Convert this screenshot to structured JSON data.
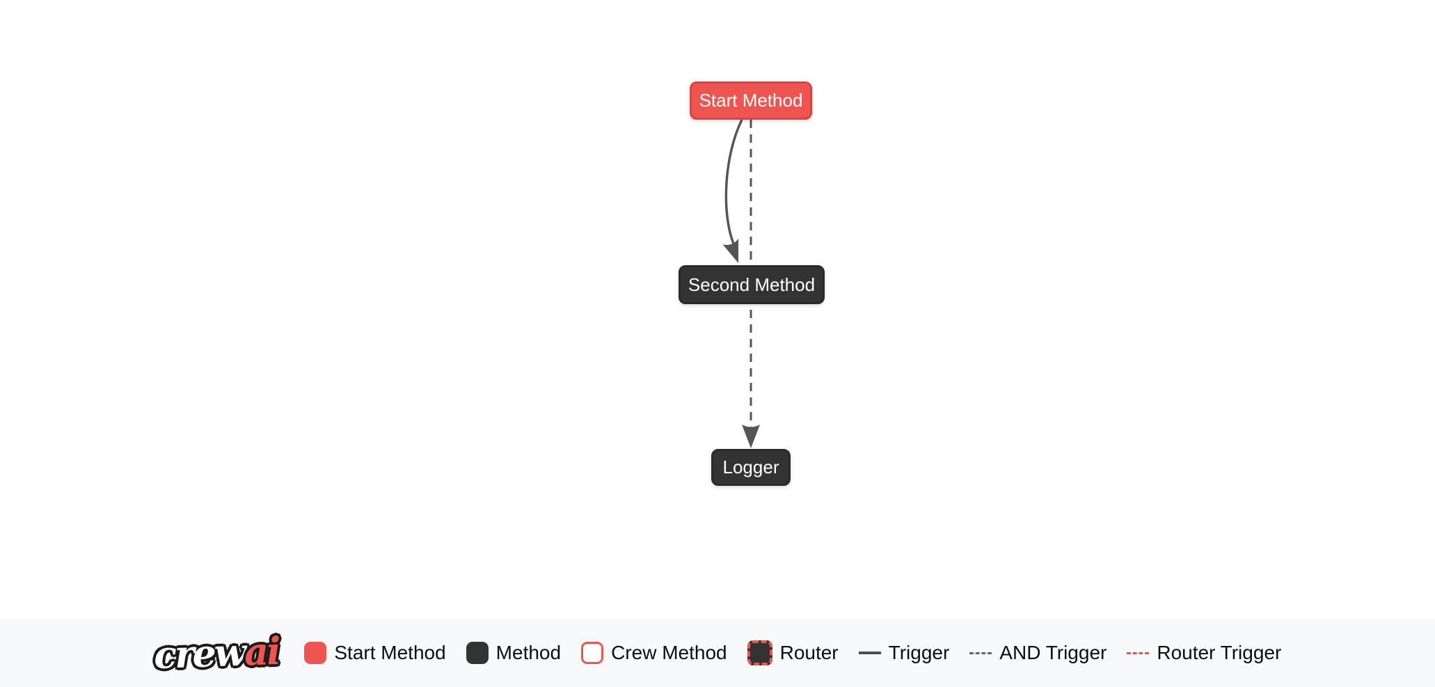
{
  "diagram": {
    "nodes": {
      "start": {
        "label": "Start Method",
        "type": "start-method",
        "fill": "#EE5550",
        "border": "#E0423C"
      },
      "second": {
        "label": "Second Method",
        "type": "method",
        "fill": "#333333",
        "border": "#2A2A2A"
      },
      "logger": {
        "label": "Logger",
        "type": "method",
        "fill": "#333333",
        "border": "#2A2A2A"
      }
    },
    "edges": [
      {
        "from": "Start Method",
        "to": "Second Method",
        "style": "solid-curved",
        "color": "#555555",
        "arrow": true
      },
      {
        "from": "Start Method",
        "to": "Second Method",
        "style": "dashed",
        "color": "#555555",
        "arrow": false
      },
      {
        "from": "Second Method",
        "to": "Logger",
        "style": "dashed",
        "color": "#555555",
        "arrow": true
      }
    ]
  },
  "legend": {
    "logo_crew": "crew",
    "logo_ai": "ai",
    "items": [
      {
        "label": "Start Method",
        "swatch": "start-node"
      },
      {
        "label": "Method",
        "swatch": "method-node"
      },
      {
        "label": "Crew Method",
        "swatch": "crew-method-node"
      },
      {
        "label": "Router",
        "swatch": "router-node"
      },
      {
        "label": "Trigger",
        "swatch": "solid-gray-line"
      },
      {
        "label": "AND Trigger",
        "swatch": "dashed-gray-line"
      },
      {
        "label": "Router Trigger",
        "swatch": "dashed-red-line"
      }
    ]
  },
  "colors": {
    "accent_red": "#EE5550",
    "accent_red_border": "#E0423C",
    "node_dark": "#333333",
    "edge_gray": "#555555",
    "router_trigger_red": "#E8544C",
    "legend_background": "#F8F9FA",
    "canvas_background": "#FFFFFF",
    "legend_text": "#0D0D0D"
  }
}
